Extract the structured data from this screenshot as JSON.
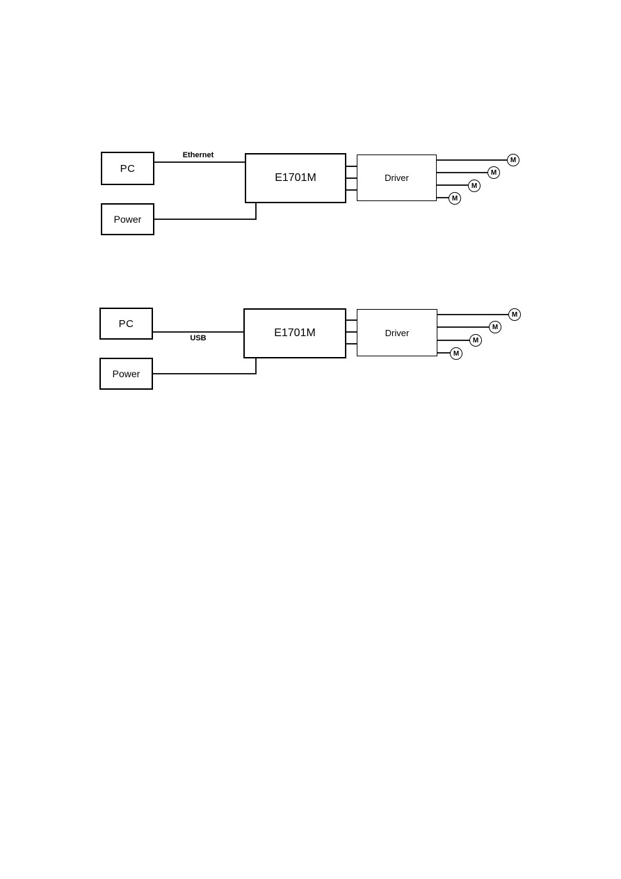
{
  "diagram_top": {
    "pc_label": "PC",
    "power_label": "Power",
    "controller_label": "E1701M",
    "driver_label": "Driver",
    "connection_label": "Ethernet",
    "motor_label": "M",
    "motor_count": 4
  },
  "diagram_bottom": {
    "pc_label": "PC",
    "power_label": "Power",
    "controller_label": "E1701M",
    "driver_label": "Driver",
    "connection_label": "USB",
    "motor_label": "M",
    "motor_count": 4
  }
}
